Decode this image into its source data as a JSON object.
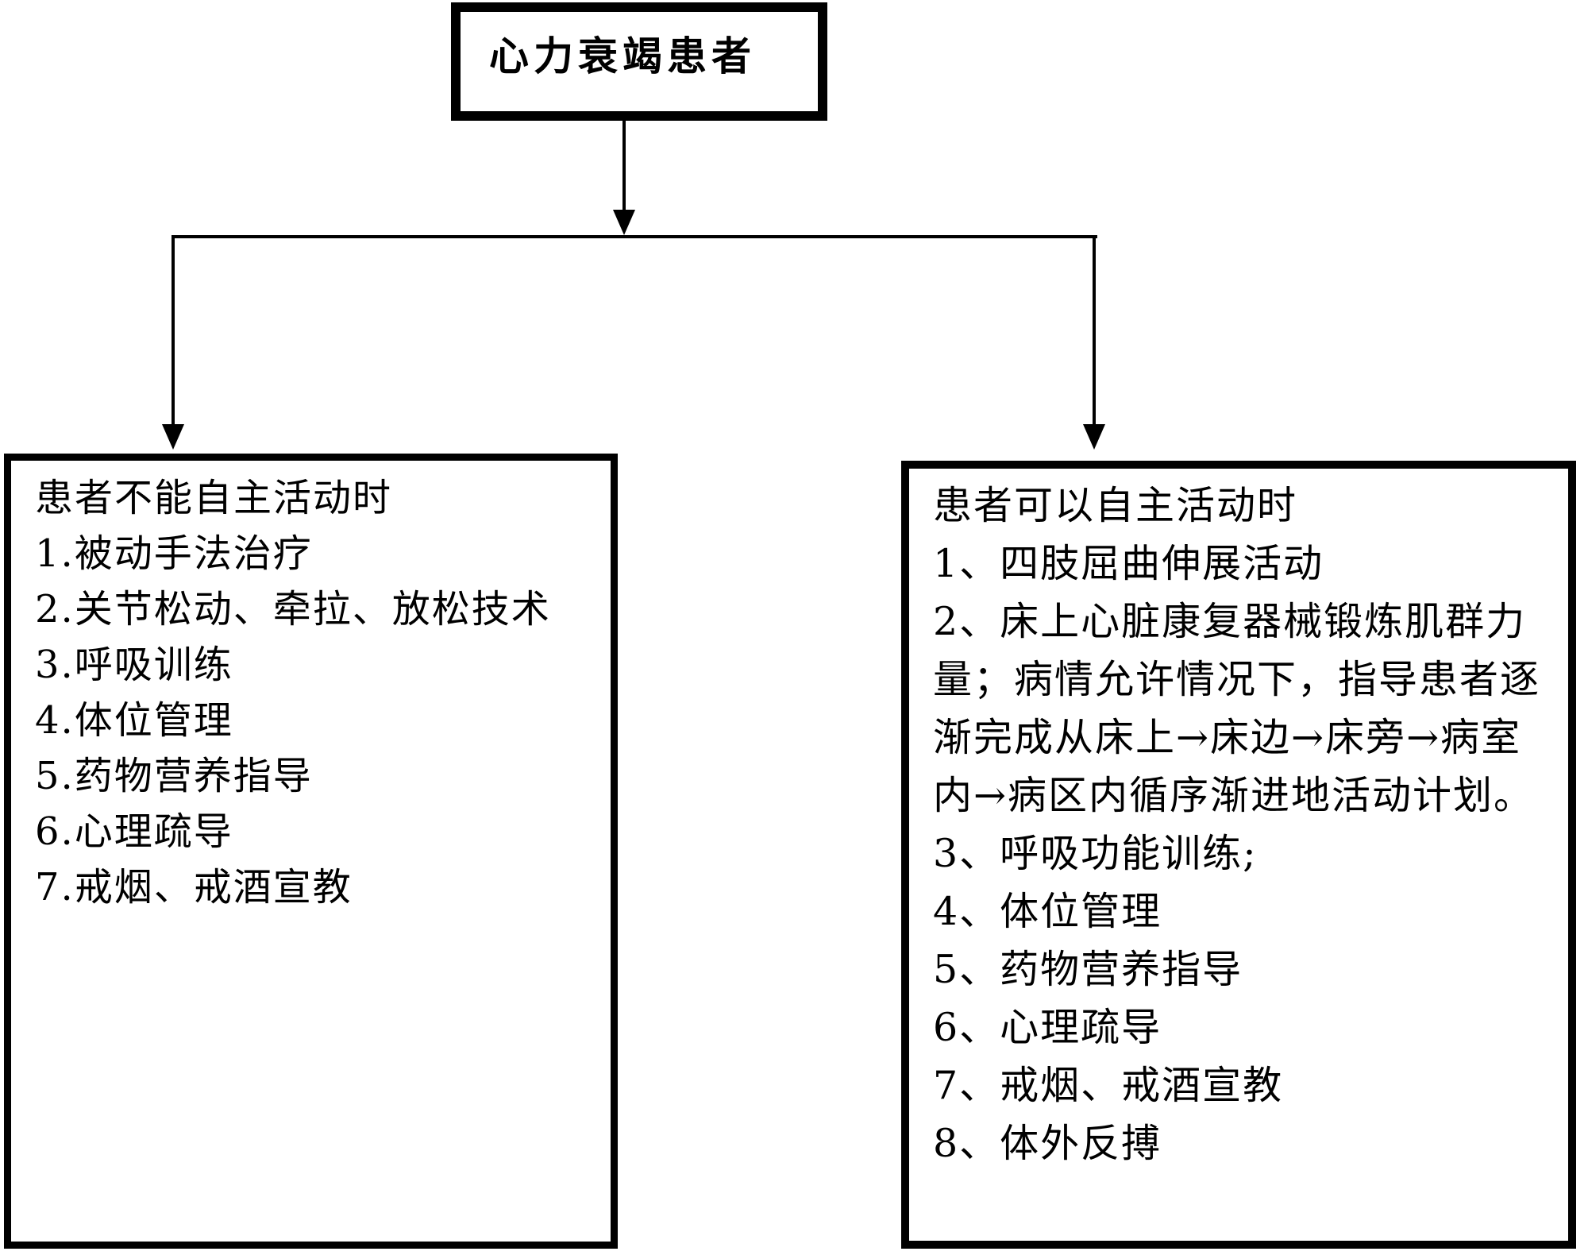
{
  "title": "心力衰竭患者",
  "left_box": {
    "header": "患者不能自主活动时",
    "items": [
      "1.被动手法治疗",
      "2.关节松动、牵拉、放松技术",
      "3.呼吸训练",
      "4.体位管理",
      "5.药物营养指导",
      "6.心理疏导",
      "7.戒烟、戒酒宣教"
    ]
  },
  "right_box": {
    "header": "患者可以自主活动时",
    "items": [
      "1、四肢屈曲伸展活动",
      "2、床上心脏康复器械锻炼肌群力量；病情允许情况下，指导患者逐渐完成从床上→床边→床旁→病室内→病区内循序渐进地活动计划。",
      "3、呼吸功能训练;",
      "4、体位管理",
      "5、药物营养指导",
      "6、心理疏导",
      "7、戒烟、戒酒宣教",
      "8、体外反搏"
    ]
  },
  "colors": {
    "background": "#ffffff",
    "line": "#000000",
    "text": "#000000"
  }
}
